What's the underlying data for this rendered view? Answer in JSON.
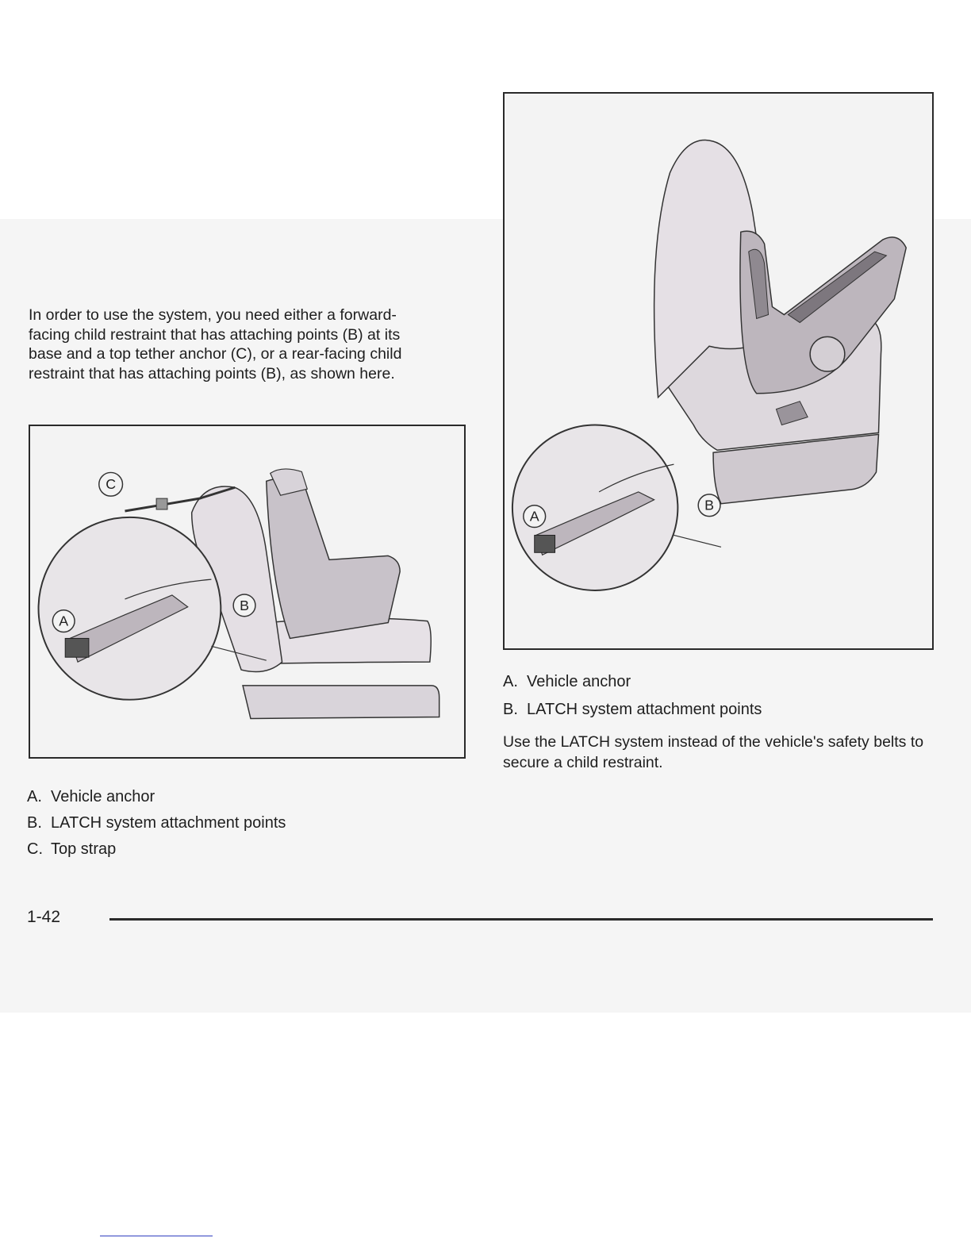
{
  "intro_text": "In order to use the system, you need either a forward-facing child restraint that has attaching points (B) at its base and a top tether anchor (C), or a rear-facing child restraint that has attaching points (B), as shown here.",
  "figure1": {
    "callouts": {
      "a": "A",
      "b": "B",
      "c": "C"
    },
    "legend": [
      {
        "key": "A.",
        "text": "Vehicle anchor"
      },
      {
        "key": "B.",
        "text": "LATCH system attachment points"
      },
      {
        "key": "C.",
        "text": "Top strap"
      }
    ]
  },
  "figure2": {
    "callouts": {
      "a": "A",
      "b": "B"
    },
    "legend": [
      {
        "key": "A.",
        "text": "Vehicle anchor"
      },
      {
        "key": "B.",
        "text": "LATCH system attachment points"
      }
    ]
  },
  "note_text": "Use the LATCH system instead of the vehicle's safety belts to secure a child restraint.",
  "page_number": "1-42"
}
